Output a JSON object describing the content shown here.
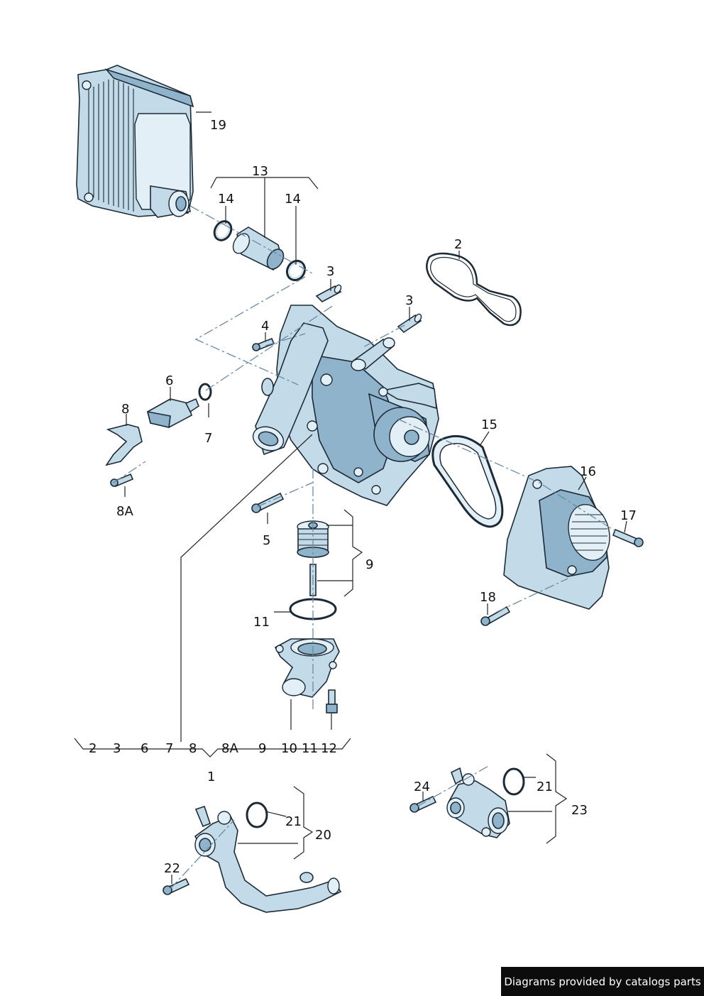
{
  "callouts": {
    "c19": "19",
    "c13": "13",
    "c14a": "14",
    "c14b": "14",
    "c2": "2",
    "c3a": "3",
    "c3b": "3",
    "c4": "4",
    "c6": "6",
    "c7": "7",
    "c8": "8",
    "c8a": "8A",
    "c5": "5",
    "c9": "9",
    "c11": "11",
    "c15": "15",
    "c16": "16",
    "c17": "17",
    "c18": "18"
  },
  "group1": {
    "items": [
      "2",
      "3",
      "6",
      "7",
      "8",
      "8A",
      "9",
      "10",
      "11",
      "12"
    ],
    "label": "1"
  },
  "group20": {
    "c21": "21",
    "c22": "22",
    "label": "20"
  },
  "group23": {
    "c24": "24",
    "c21": "21",
    "label": "23"
  },
  "footer": {
    "text": "Diagrams provided by catalogs parts"
  }
}
